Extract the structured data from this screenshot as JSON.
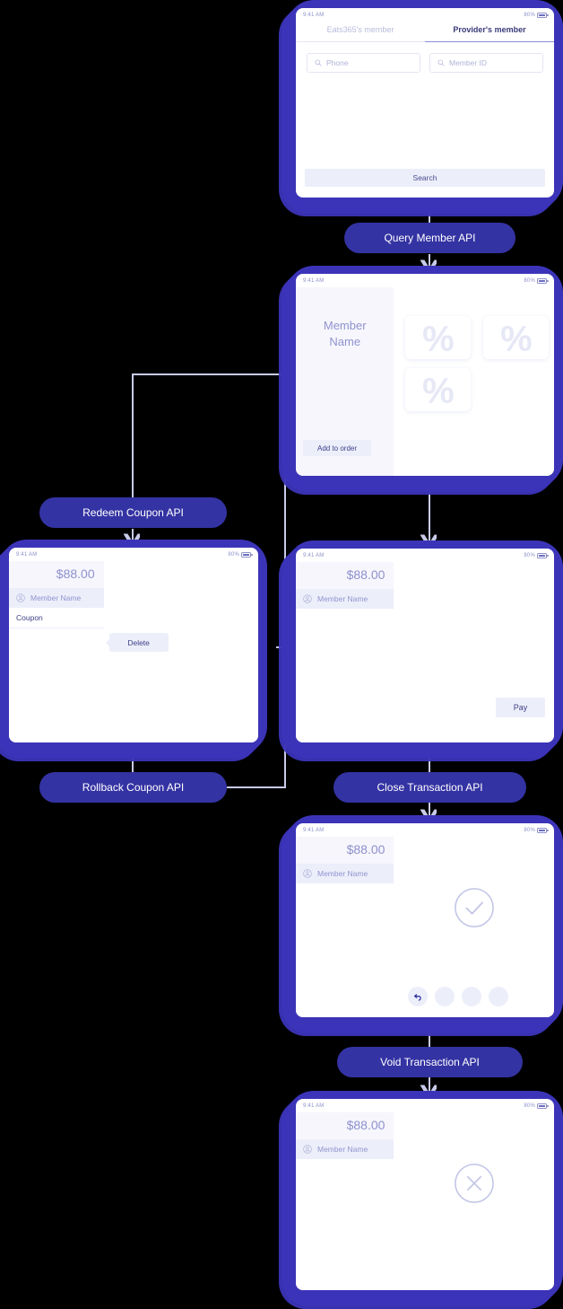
{
  "theme": {
    "background": "#000000",
    "device_frame": "#3b34b8",
    "badge_fill": "#3433a3",
    "badge_text": "#ffffff",
    "connector": "#c8cbe9",
    "pane_bg": "#f6f6fc",
    "accent_text": "#3f4189",
    "muted_text": "#9194cf"
  },
  "status_bar": {
    "time": "9:41 AM",
    "battery": "80%"
  },
  "screens": {
    "member_search": {
      "tabs": [
        {
          "label": "Eats365's member",
          "active": false
        },
        {
          "label": "Provider's member",
          "active": true
        }
      ],
      "inputs": [
        {
          "placeholder": "Phone",
          "value": ""
        },
        {
          "placeholder": "Member ID",
          "value": ""
        }
      ],
      "search_button": "Search"
    },
    "member_detail": {
      "member_name": "Member\nName",
      "member_name_line1": "Member",
      "member_name_line2": "Name",
      "coupons": [
        "%",
        "%",
        "%"
      ],
      "add_to_order": "Add to order"
    },
    "order_with_coupon": {
      "total": "$88.00",
      "member_label": "Member Name",
      "line_item": "Coupon",
      "tooltip": "Delete"
    },
    "order_ready": {
      "total": "$88.00",
      "member_label": "Member Name",
      "pay_button": "Pay"
    },
    "transaction_success": {
      "total": "$88.00",
      "member_label": "Member Name",
      "result_icon": "check-circle-icon",
      "actions": [
        "undo-icon",
        "action-2",
        "action-3",
        "action-4"
      ]
    },
    "transaction_voided": {
      "total": "$88.00",
      "member_label": "Member Name",
      "result_icon": "x-circle-icon"
    }
  },
  "api_badges": [
    {
      "id": "query-member",
      "label": "Query Member API"
    },
    {
      "id": "redeem-coupon",
      "label": "Redeem Coupon API"
    },
    {
      "id": "rollback-coupon",
      "label": "Rollback Coupon API"
    },
    {
      "id": "close-transaction",
      "label": "Close Transaction API"
    },
    {
      "id": "void-transaction",
      "label": "Void Transaction API"
    }
  ]
}
